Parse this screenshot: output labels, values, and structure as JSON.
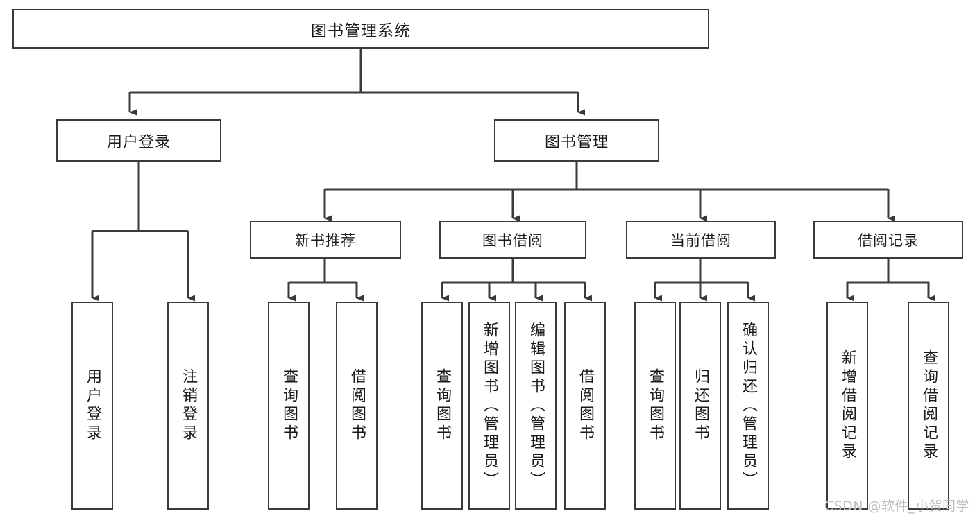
{
  "diagram": {
    "title": "图书管理系统",
    "type": "tree-hierarchy-chart",
    "root": {
      "id": "root",
      "label": "图书管理系统"
    },
    "level1": [
      {
        "id": "user-login",
        "label": "用户登录"
      },
      {
        "id": "book-manage",
        "label": "图书管理"
      }
    ],
    "level2": [
      {
        "id": "new-book-rec",
        "label": "新书推荐",
        "parent": "book-manage"
      },
      {
        "id": "book-borrow",
        "label": "图书借阅",
        "parent": "book-manage"
      },
      {
        "id": "current-borrow",
        "label": "当前借阅",
        "parent": "book-manage"
      },
      {
        "id": "borrow-record",
        "label": "借阅记录",
        "parent": "book-manage"
      }
    ],
    "leaves": [
      {
        "id": "leaf-user-login",
        "label": "用户登录",
        "parent": "user-login"
      },
      {
        "id": "leaf-user-logout",
        "label": "注销登录",
        "parent": "user-login"
      },
      {
        "id": "leaf-query-book-1",
        "label": "查询图书",
        "parent": "new-book-rec"
      },
      {
        "id": "leaf-borrow-book-1",
        "label": "借阅图书",
        "parent": "new-book-rec"
      },
      {
        "id": "leaf-query-book-2",
        "label": "查询图书",
        "parent": "book-borrow"
      },
      {
        "id": "leaf-add-book",
        "label": "新增图书（管理员）",
        "parent": "book-borrow"
      },
      {
        "id": "leaf-edit-book",
        "label": "编辑图书（管理员）",
        "parent": "book-borrow"
      },
      {
        "id": "leaf-borrow-book-2",
        "label": "借阅图书",
        "parent": "book-borrow"
      },
      {
        "id": "leaf-query-book-3",
        "label": "查询图书",
        "parent": "current-borrow"
      },
      {
        "id": "leaf-return-book",
        "label": "归还图书",
        "parent": "current-borrow"
      },
      {
        "id": "leaf-confirm-return",
        "label": "确认归还（管理员）",
        "parent": "current-borrow"
      },
      {
        "id": "leaf-add-record",
        "label": "新增借阅记录",
        "parent": "borrow-record"
      },
      {
        "id": "leaf-query-record",
        "label": "查询借阅记录",
        "parent": "borrow-record"
      }
    ],
    "watermark": "CSDN @软件_小贺同学",
    "colors": {
      "box_border": "#3a3a3a",
      "box_fill": "#ffffff",
      "edge": "#3a3a3a",
      "text": "#1a1a1a",
      "watermark": "#bfbfbf",
      "background": "#ffffff"
    }
  }
}
